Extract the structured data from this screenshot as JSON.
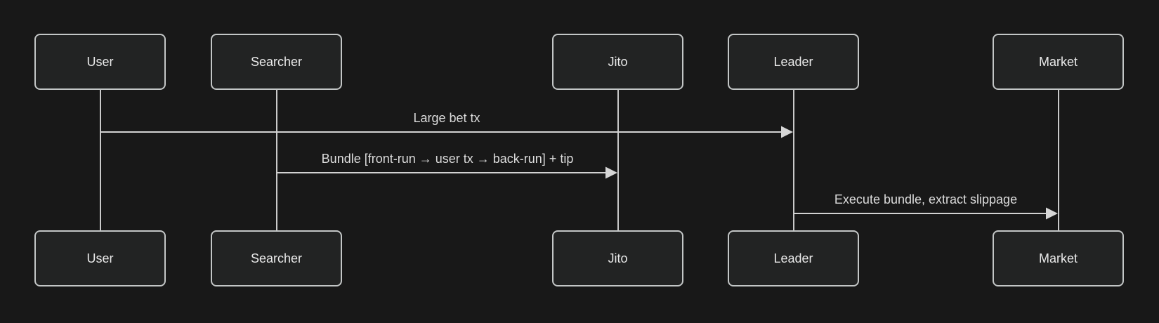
{
  "diagram": {
    "kind": "sequence-diagram",
    "colors": {
      "background": "#181818",
      "actor_fill": "#222323",
      "actor_border": "#c3c6c6",
      "actor_text": "#e9e9e9",
      "line": "#d2d2d2",
      "message_text": "#dcdcdc"
    }
  },
  "actors": [
    {
      "id": "user",
      "label": "User"
    },
    {
      "id": "searcher",
      "label": "Searcher"
    },
    {
      "id": "jito",
      "label": "Jito"
    },
    {
      "id": "leader",
      "label": "Leader"
    },
    {
      "id": "market",
      "label": "Market"
    }
  ],
  "messages": [
    {
      "from": "User",
      "to": "Leader",
      "label": "Large bet tx",
      "line_style": "solid",
      "head": "filled-arrow"
    },
    {
      "from": "Searcher",
      "to": "Jito",
      "label": "Bundle [front-run → user tx → back-run] + tip",
      "line_style": "solid",
      "head": "filled-arrow"
    },
    {
      "from": "Leader",
      "to": "Market",
      "label": "Execute bundle, extract slippage",
      "line_style": "solid",
      "head": "filled-arrow"
    }
  ]
}
